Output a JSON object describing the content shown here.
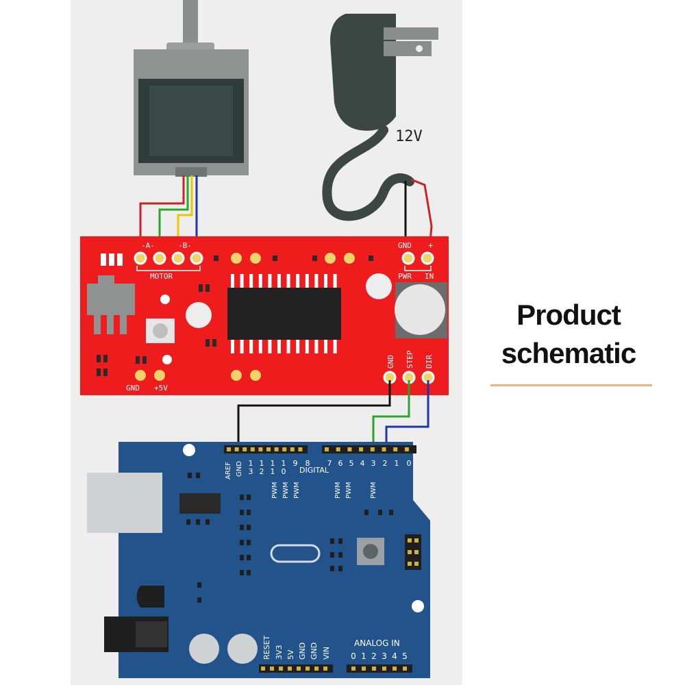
{
  "heading": {
    "line1": "Product",
    "line2": "schematic"
  },
  "power_adapter": {
    "voltage_label": "12V"
  },
  "driver": {
    "motor_pins": {
      "a_label": "-A-",
      "b_label": "-B-",
      "group_label": "MOTOR"
    },
    "power_pins": {
      "gnd_label": "GND",
      "plus_label": "+",
      "group_label_left": "PWR",
      "group_label_right": "IN"
    },
    "logic_power": {
      "gnd_label": "GND",
      "v5_label": "+5V"
    },
    "control_pins": {
      "gnd_label": "GND",
      "step_label": "STEP",
      "dir_label": "DIR"
    }
  },
  "arduino": {
    "aref_label": "AREF",
    "gnd_label": "GND",
    "digital_numbers": [
      "13",
      "12",
      "11",
      "10",
      "9",
      "8",
      "7",
      "6",
      "5",
      "4",
      "3",
      "2",
      "1",
      "0"
    ],
    "digital_label": "DIGITAL",
    "pwm_label": "PWM",
    "power_labels": [
      "RESET",
      "3V3",
      "5V",
      "GND",
      "GND",
      "VIN"
    ],
    "analog_label": "ANALOG IN",
    "analog_numbers": [
      "0",
      "1",
      "2",
      "3",
      "4",
      "5"
    ]
  },
  "colors": {
    "background_panel": "#eeeeef",
    "driver_board": "#ee1c1c",
    "arduino_board": "#22538a",
    "wire_red": "#cc2222",
    "wire_green": "#2aa52a",
    "wire_yellow": "#e8c800",
    "wire_blue": "#2233aa",
    "wire_black": "#111111",
    "heading_rule": "#f2b07a"
  }
}
